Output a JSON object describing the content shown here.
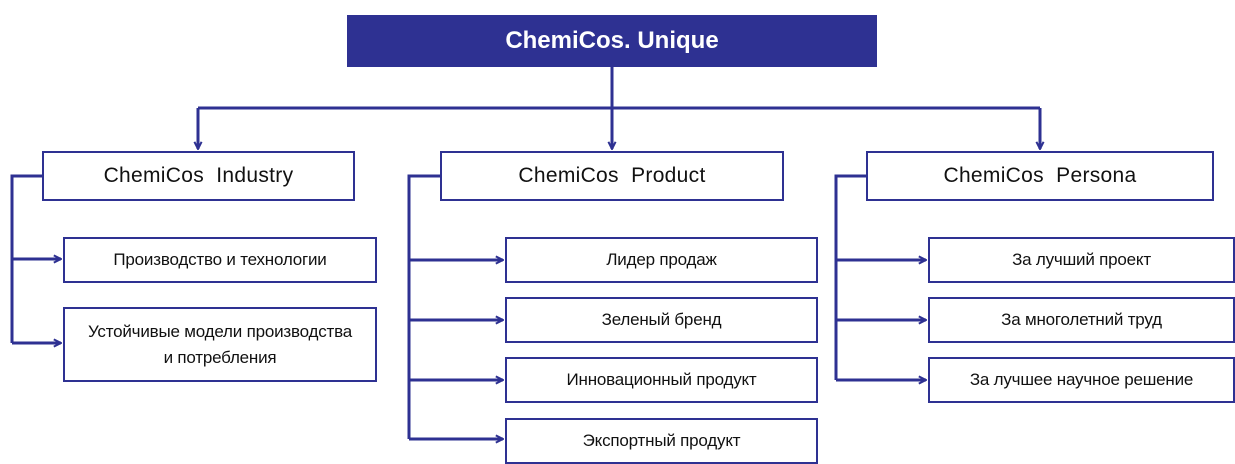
{
  "root": {
    "label": "ChemiCos. Unique"
  },
  "categories": [
    {
      "label": "ChemiCos  Industry",
      "items": [
        "Производство и технологии",
        "Устойчивые модели производства и потребления"
      ]
    },
    {
      "label": "ChemiCos  Product",
      "items": [
        "Лидер продаж",
        "Зеленый бренд",
        "Инновационный продукт",
        "Экспортный продукт"
      ]
    },
    {
      "label": "ChemiCos  Persona",
      "items": [
        "За лучший проект",
        "За многолетний труд",
        "За лучшее научное решение"
      ]
    }
  ],
  "colors": {
    "primary": "#2e3192",
    "text": "#111111",
    "background": "#ffffff"
  }
}
